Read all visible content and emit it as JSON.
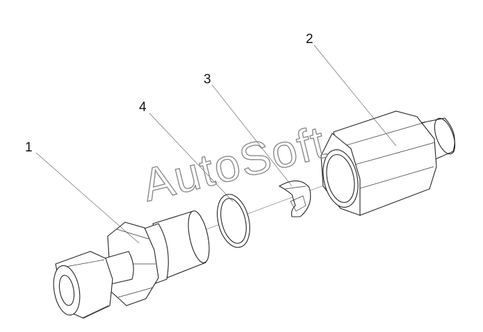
{
  "diagram": {
    "callouts": [
      {
        "id": "1",
        "label": "1"
      },
      {
        "id": "2",
        "label": "2"
      },
      {
        "id": "3",
        "label": "3"
      },
      {
        "id": "4",
        "label": "4"
      }
    ],
    "watermark": "AutoSoft",
    "colors": {
      "line": "#222222",
      "leader": "#555555",
      "watermark": "#8a8a8a",
      "background": "#ffffff"
    }
  }
}
